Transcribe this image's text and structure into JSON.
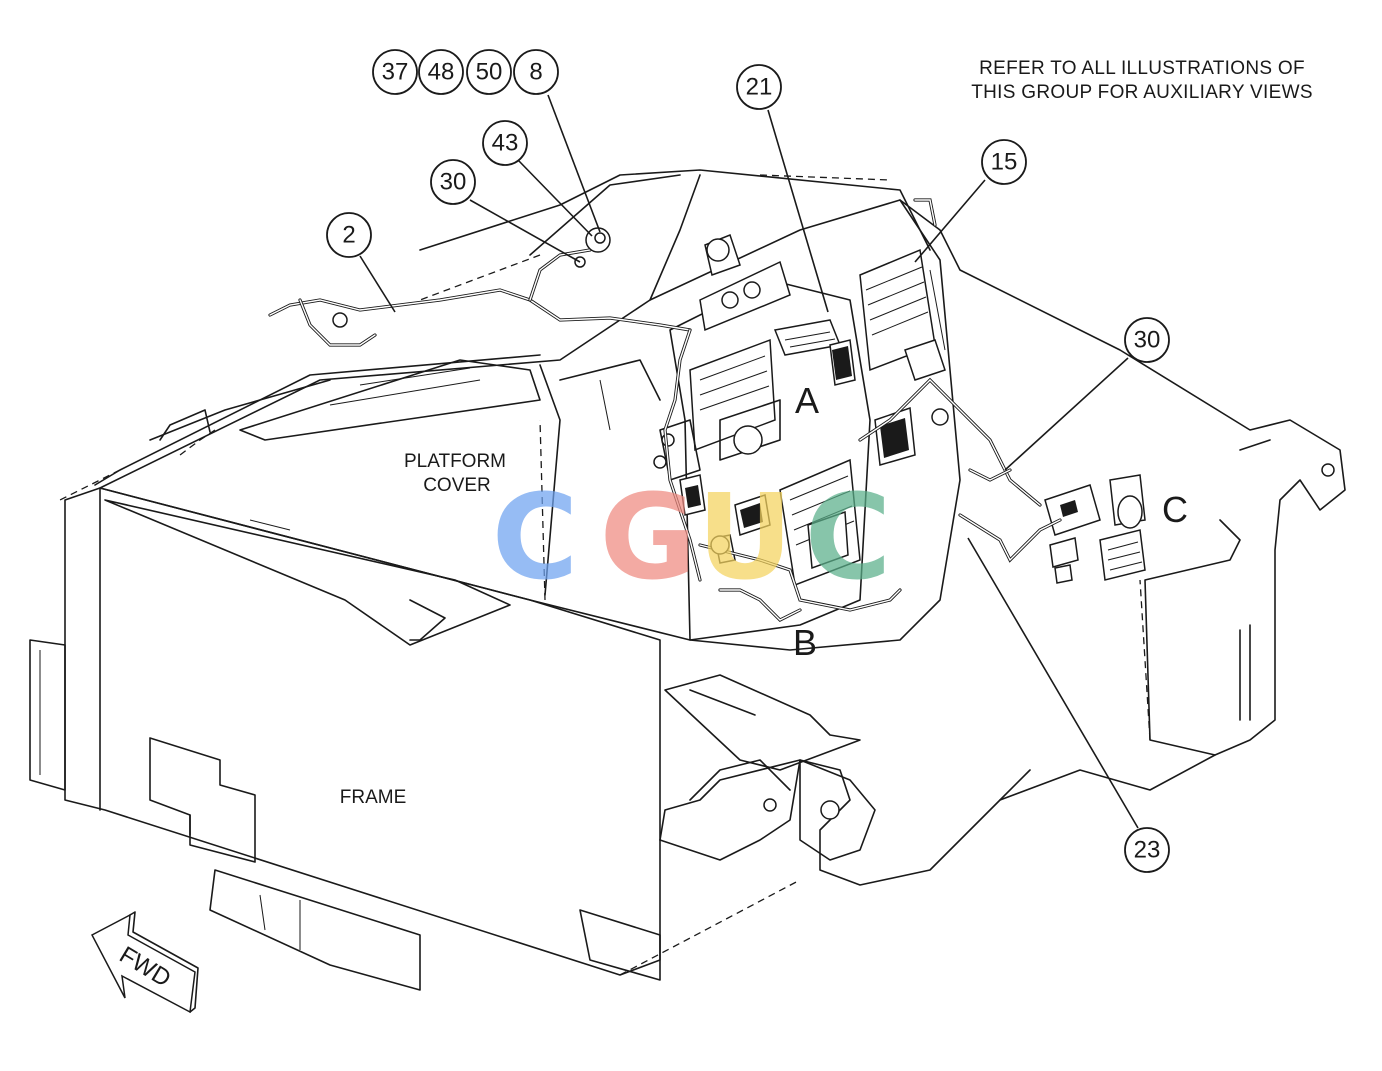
{
  "note": {
    "line1": "REFER TO ALL ILLUSTRATIONS OF",
    "line2": "THIS GROUP FOR AUXILIARY VIEWS"
  },
  "labels": {
    "platform_cover_1": "PLATFORM",
    "platform_cover_2": "COVER",
    "frame": "FRAME",
    "forward": "FWD"
  },
  "views": {
    "a": "A",
    "b": "B",
    "c": "C"
  },
  "callouts": {
    "c37": "37",
    "c48": "48",
    "c50": "50",
    "c8": "8",
    "c43": "43",
    "c30_top": "30",
    "c2": "2",
    "c21": "21",
    "c15": "15",
    "c30_right": "30",
    "c23": "23"
  },
  "watermark": {
    "letters": [
      "C",
      "G",
      "U",
      "C"
    ],
    "colors": [
      "#6fa3f0",
      "#ef8a80",
      "#f4d35e",
      "#5aaf8a"
    ]
  }
}
